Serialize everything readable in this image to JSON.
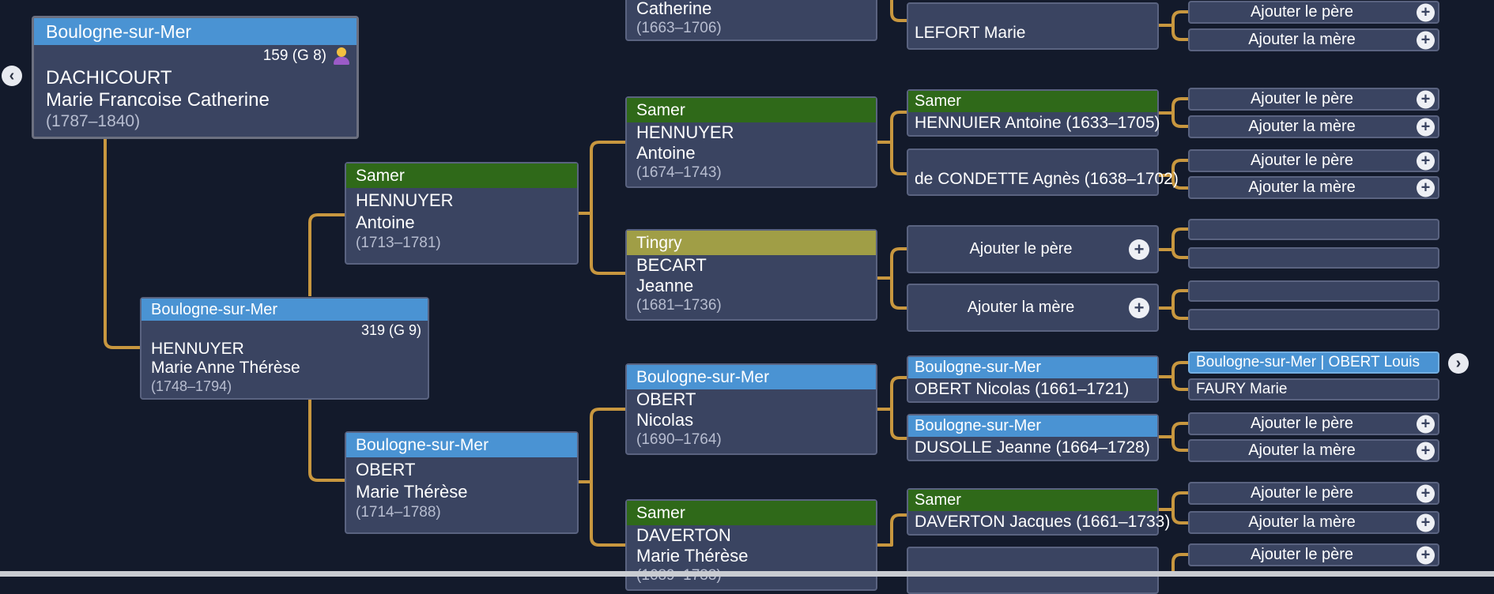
{
  "colors": {
    "background": "#131a2b",
    "card": "#3a4461",
    "connector": "#c8973f",
    "place_blue": "#4a93d3",
    "place_green": "#2f6919",
    "place_olive": "#a09e46"
  },
  "icons": {
    "left_nav": "chevron-left-icon",
    "right_nav": "chevron-right-icon",
    "add": "plus-circle-icon",
    "person": "person-icon"
  },
  "root": {
    "place": "Boulogne-sur-Mer",
    "meta": "159 (G 8)",
    "lastname": "DACHICOURT",
    "firstname": "Marie Francoise Catherine",
    "dates": "(1787–1840)"
  },
  "parent": {
    "place": "Boulogne-sur-Mer",
    "meta": "319 (G 9)",
    "lastname": "HENNUYER",
    "firstname": "Marie Anne Thérèse",
    "dates": "(1748–1794)"
  },
  "gp1": {
    "place": "Samer",
    "lastname": "HENNUYER",
    "firstname": "Antoine",
    "dates": "(1713–1781)"
  },
  "gp2": {
    "place": "Boulogne-sur-Mer",
    "lastname": "OBERT",
    "firstname": "Marie Thérèse",
    "dates": "(1714–1788)"
  },
  "g3": {
    "top": {
      "firstname": "Catherine",
      "dates": "(1663–1706)"
    },
    "a": {
      "place": "Samer",
      "lastname": "HENNUYER",
      "firstname": "Antoine",
      "dates": "(1674–1743)"
    },
    "b": {
      "place": "Tingry",
      "lastname": "BECART",
      "firstname": "Jeanne",
      "dates": "(1681–1736)"
    },
    "c": {
      "place": "Boulogne-sur-Mer",
      "lastname": "OBERT",
      "firstname": "Nicolas",
      "dates": "(1690–1764)"
    },
    "d": {
      "place": "Samer",
      "lastname": "DAVERTON",
      "firstname": "Marie Thérèse",
      "dates": "(1689–1733)"
    }
  },
  "g4": {
    "lefort": "LEFORT Marie",
    "hennuier": {
      "place": "Samer",
      "name": "HENNUIER Antoine (1633–1705)"
    },
    "condette": "de CONDETTE Agnès (1638–1702)",
    "add_father": "Ajouter le père",
    "add_mother": "Ajouter la mère",
    "obert": {
      "place": "Boulogne-sur-Mer",
      "name": "OBERT Nicolas (1661–1721)"
    },
    "dusolle": {
      "place": "Boulogne-sur-Mer",
      "name": "DUSOLLE Jeanne (1664–1728)"
    },
    "daverton": {
      "place": "Samer",
      "name": "DAVERTON Jacques (1661–1733)"
    }
  },
  "g5": {
    "add_father": "Ajouter le père",
    "add_mother": "Ajouter la mère",
    "obert_louis": "Boulogne-sur-Mer | OBERT Louis",
    "faury": "FAURY Marie"
  }
}
